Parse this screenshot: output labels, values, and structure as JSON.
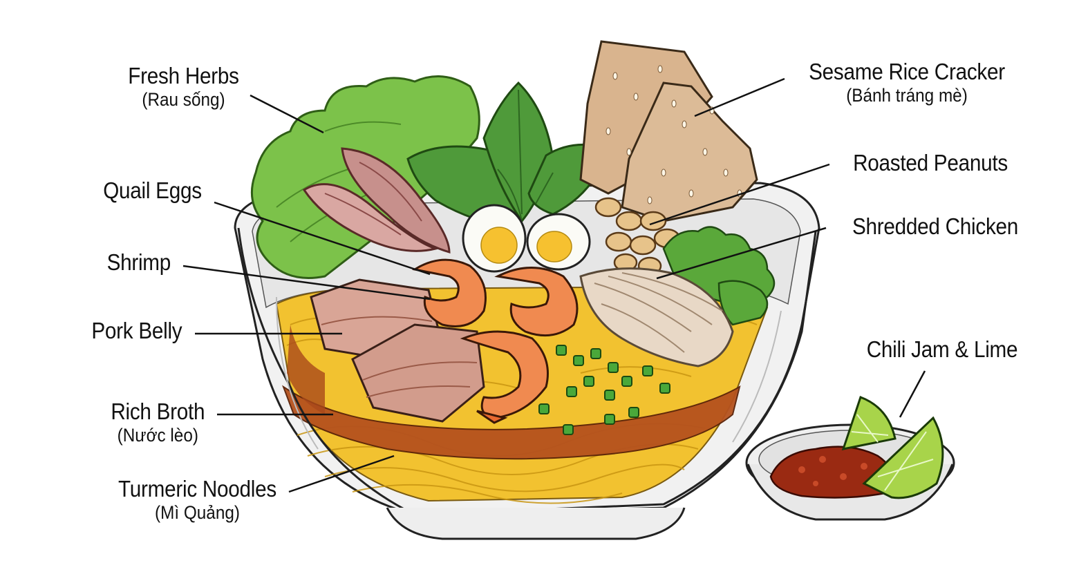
{
  "diagram": {
    "subject": "Mì Quảng noodle bowl with side dish",
    "colors": {
      "background": "#ffffff",
      "ink": "#111111",
      "noodles": "#f2c230",
      "broth": "#b5521e",
      "bowl": "#eeeeee",
      "lettuce": "#7cc24a",
      "basil": "#4f9a3a",
      "shrimp": "#f08a50",
      "pork": "#d9a596",
      "cracker": "#d9b48e",
      "peanut": "#e7c38a",
      "egg_yolk": "#f6c130",
      "chili": "#9a2a12",
      "lime": "#a8d44a"
    },
    "labels": [
      {
        "id": "fresh-herbs",
        "main": "Fresh Herbs",
        "sub": "(Rau sống)"
      },
      {
        "id": "quail-eggs",
        "main": "Quail Eggs",
        "sub": ""
      },
      {
        "id": "shrimp",
        "main": "Shrimp",
        "sub": ""
      },
      {
        "id": "pork-belly",
        "main": "Pork Belly",
        "sub": ""
      },
      {
        "id": "rich-broth",
        "main": "Rich Broth",
        "sub": "(Nước lèo)"
      },
      {
        "id": "turmeric-noodles",
        "main": "Turmeric Noodles",
        "sub": "(Mì Quảng)"
      },
      {
        "id": "sesame-rice-cracker",
        "main": "Sesame Rice Cracker",
        "sub": "(Bánh tráng mè)"
      },
      {
        "id": "roasted-peanuts",
        "main": "Roasted Peanuts",
        "sub": ""
      },
      {
        "id": "shredded-chicken",
        "main": "Shredded Chicken",
        "sub": ""
      },
      {
        "id": "chili-jam-lime",
        "main": "Chili Jam & Lime",
        "sub": ""
      }
    ]
  }
}
